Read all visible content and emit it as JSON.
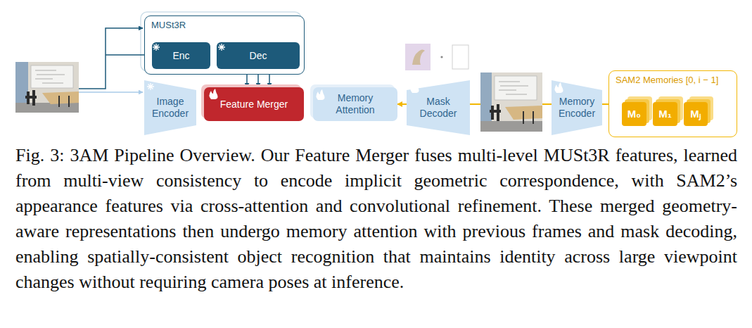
{
  "diagram": {
    "caption": "Fig. 3: 3AM Pipeline Overview. Our Feature Merger fuses multi-level MUSt3R features, learned from multi-view consistency to encode implicit geometric correspondence, with SAM2’s appearance features via cross-attention and convolutional refinement. These merged geometry-aware representations then undergo memory attention with previous frames and mask decoding, enabling spatially-consistent object recognition that maintains identity across large viewpoint changes without requiring camera poses at inference.",
    "nodes": [
      {
        "text": [
          "MUSt3R"
        ]
      },
      {
        "text": [
          "Enc"
        ],
        "in": 0
      },
      {
        "text": [
          "Dec"
        ],
        "in": 0
      },
      {
        "text": [
          "Image Encoder"
        ]
      },
      {
        "text": [
          "Feature Merger"
        ]
      },
      {
        "text": [
          "Memory Attention"
        ]
      },
      {
        "text": [
          "Mask Decoder"
        ]
      },
      {
        "text": [
          "Memory Encoder"
        ]
      },
      {
        "text": [
          "SAM2 Memories [0, i − 1]"
        ]
      },
      {
        "text": [
          "M₀"
        ],
        "in": 8
      },
      {
        "text": [
          "M₁"
        ],
        "in": 8
      },
      {
        "text": [
          "Mⱼ"
        ],
        "in": 8
      }
    ],
    "edges": [
      {
        "from": 2,
        "to": 4,
        "arrow": "to"
      },
      {
        "from": 2,
        "to": 4,
        "arrow": "to"
      },
      {
        "from": 2,
        "to": 4,
        "arrow": "to"
      },
      {
        "from": 8,
        "to": 5,
        "arrow": "to"
      }
    ]
  }
}
